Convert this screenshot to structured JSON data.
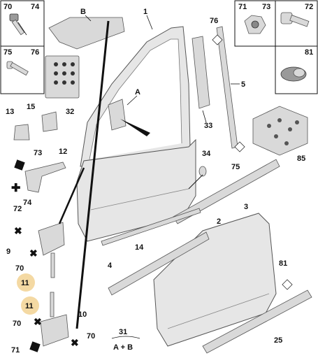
{
  "callouts": {
    "c70a": "70",
    "c74a": "74",
    "c71a": "71",
    "c73a": "73",
    "c72a": "72",
    "c75a": "75",
    "c76a": "76",
    "c81a": "81",
    "cB": "B",
    "c1": "1",
    "c76b": "76",
    "c5": "5",
    "c32": "32",
    "c13": "13",
    "c15": "15",
    "cA": "A",
    "c33": "33",
    "c85": "85",
    "c73b": "73",
    "c12": "12",
    "c74b": "74",
    "c34": "34",
    "c75b": "75",
    "c3": "3",
    "c72b": "72",
    "c9": "9",
    "c14": "14",
    "c2": "2",
    "c70b": "70",
    "c11a": "11",
    "c4": "4",
    "c81b": "81",
    "c11b": "11",
    "c10": "10",
    "c70c": "70",
    "c70d": "70",
    "c31": "31",
    "c31sub": "A + B",
    "c71b": "71",
    "c25": "25"
  },
  "colors": {
    "highlight": "#f4d9a3",
    "part": "#d9d9d9",
    "door": "#e6e6e6"
  }
}
